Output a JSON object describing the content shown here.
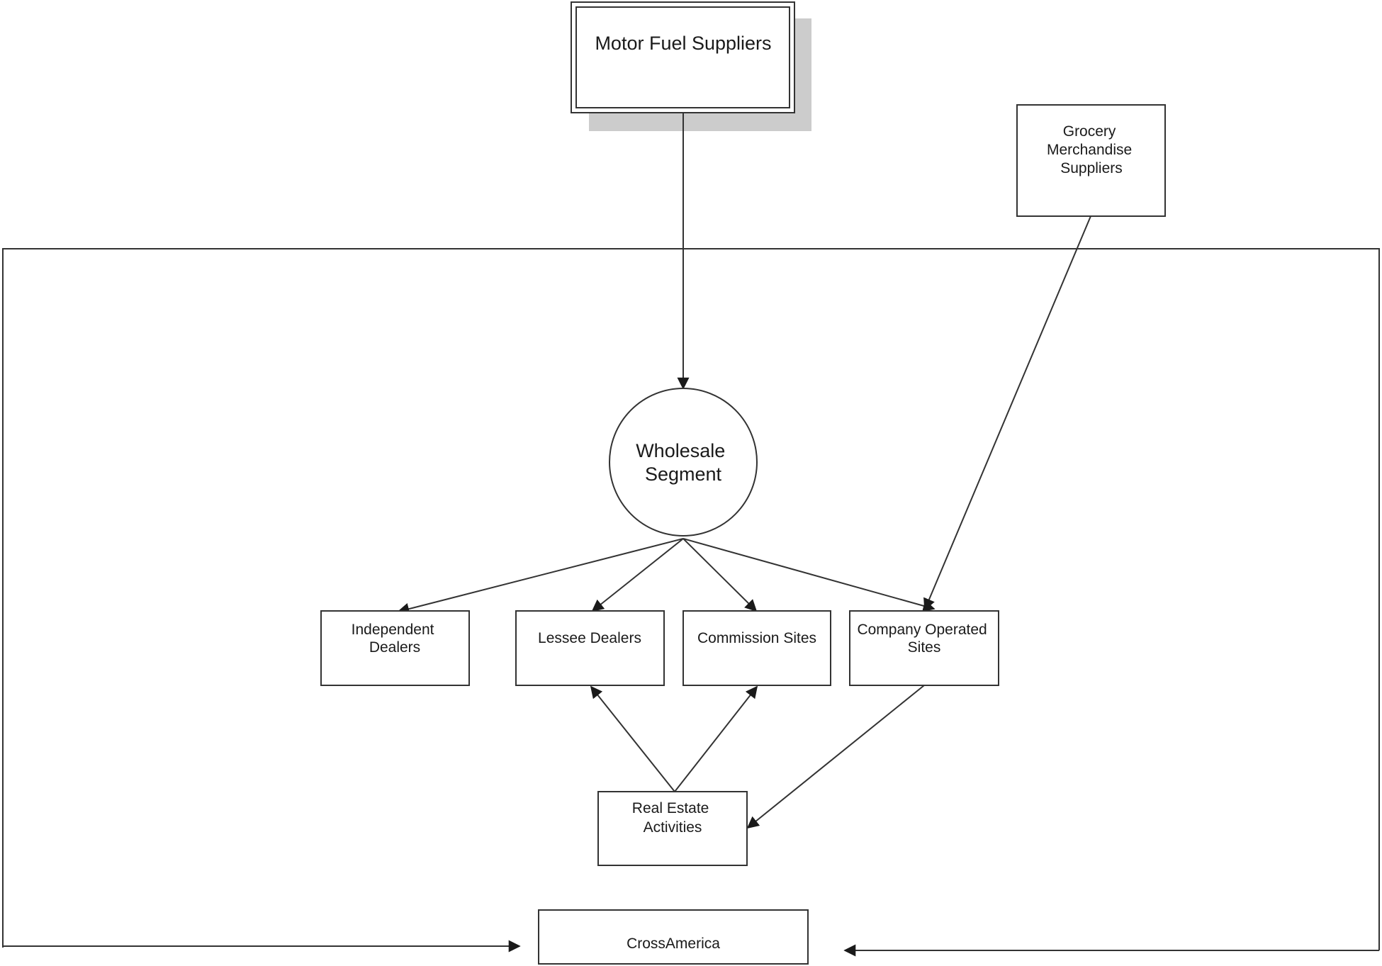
{
  "nodes": {
    "motor_fuel_suppliers": "Motor Fuel Suppliers",
    "grocery_merchandise_suppliers": [
      "Grocery",
      "Merchandise",
      "Suppliers"
    ],
    "wholesale_segment": [
      "Wholesale",
      "Segment"
    ],
    "independent_dealers": [
      "Independent",
      "Dealers"
    ],
    "lessee_dealers": "Lessee Dealers",
    "commission_sites": "Commission Sites",
    "company_operated_sites": [
      "Company Operated",
      "Sites"
    ],
    "real_estate_activities": [
      "Real Estate",
      "Activities"
    ],
    "crossamerica": "CrossAmerica"
  },
  "colors": {
    "line": "#333333",
    "shadow": "#cccccc",
    "text": "#1a1a1a"
  }
}
